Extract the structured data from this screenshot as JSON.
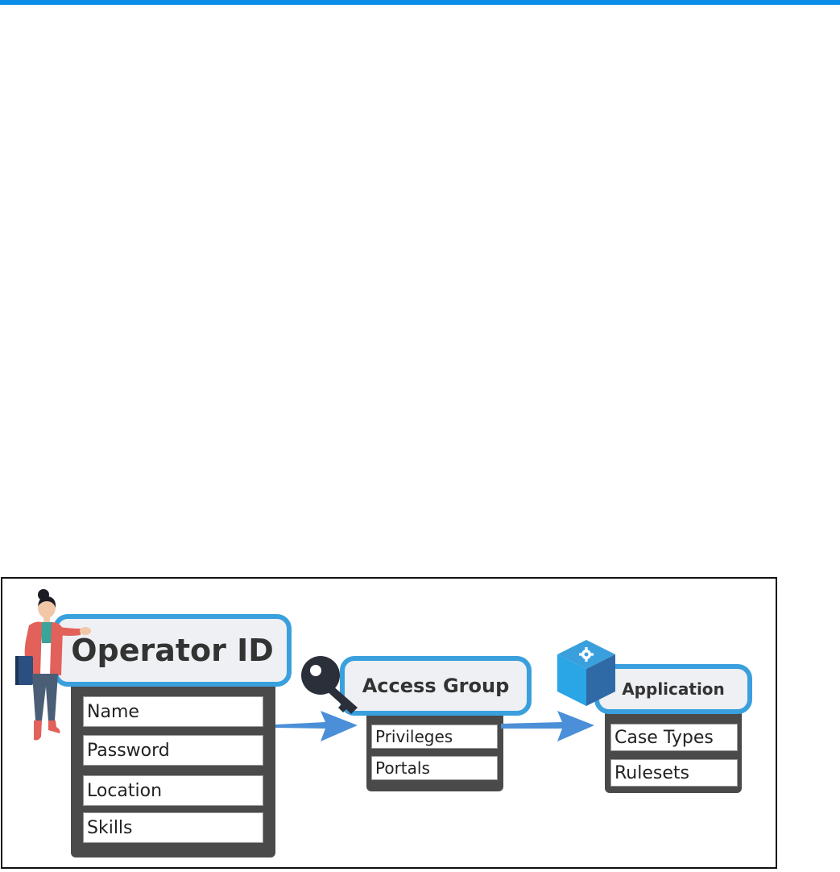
{
  "diagram": {
    "operator": {
      "title": "Operator ID",
      "fields": [
        "Name",
        "Password",
        "Location",
        "Skills"
      ]
    },
    "access_group": {
      "title": "Access Group",
      "fields": [
        "Privileges",
        "Portals"
      ]
    },
    "application": {
      "title": "Application",
      "fields": [
        "Case Types",
        "Rulesets"
      ]
    }
  },
  "colors": {
    "top_bar": "#0a8ee8",
    "header_border": "#3aa0dd",
    "header_fill": "#eef0f3",
    "card_dark": "#4a4a4a",
    "arrow": "#4a8fd8",
    "key": "#2a2f3a"
  },
  "icons": [
    "person-illustration",
    "key-icon",
    "cube-gear-icon",
    "arrow-right-icon"
  ]
}
